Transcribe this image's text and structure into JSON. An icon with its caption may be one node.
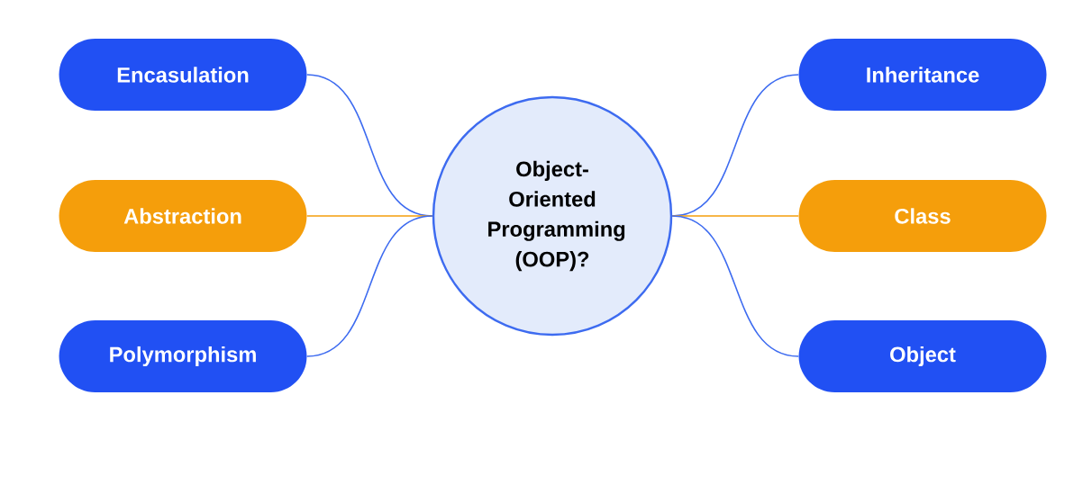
{
  "diagram": {
    "nodes": [
      {
        "text": [
          "Object-Oriented Programming (OOP)?"
        ]
      },
      {
        "text": [
          "Encasulation"
        ]
      },
      {
        "text": [
          "Abstraction"
        ]
      },
      {
        "text": [
          "Polymorphism"
        ]
      },
      {
        "text": [
          "Inheritance"
        ]
      },
      {
        "text": [
          "Class"
        ]
      },
      {
        "text": [
          "Object"
        ]
      }
    ],
    "edges": [
      {
        "from": 0,
        "to": 1,
        "arrow": "none"
      },
      {
        "from": 0,
        "to": 2,
        "arrow": "none",
        "color": "#f59e0b"
      },
      {
        "from": 0,
        "to": 3,
        "arrow": "none"
      },
      {
        "from": 0,
        "to": 4,
        "arrow": "none"
      },
      {
        "from": 0,
        "to": 5,
        "arrow": "none",
        "color": "#f59e0b"
      },
      {
        "from": 0,
        "to": 6,
        "arrow": "none"
      }
    ]
  }
}
